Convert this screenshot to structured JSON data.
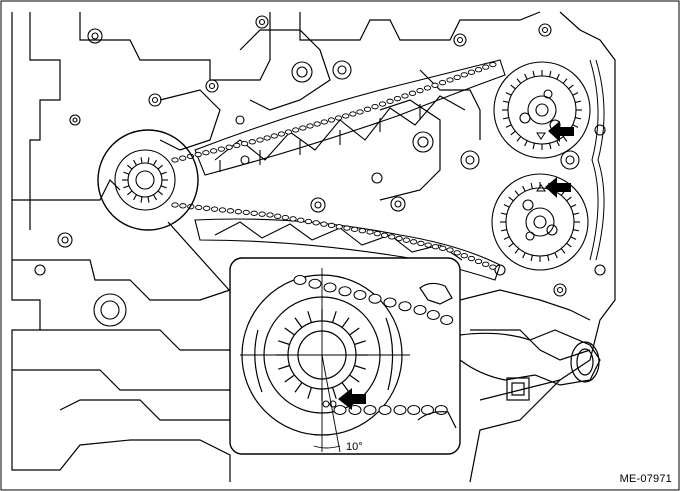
{
  "figure": {
    "id_label": "ME-07971",
    "angle_label": "10°"
  },
  "colors": {
    "line": "#000000",
    "background": "#ffffff",
    "arrow": "#000000"
  },
  "icons": {
    "alignment_arrow": "left-pointing-block-arrow",
    "timing_mark": "triangle-mark"
  }
}
